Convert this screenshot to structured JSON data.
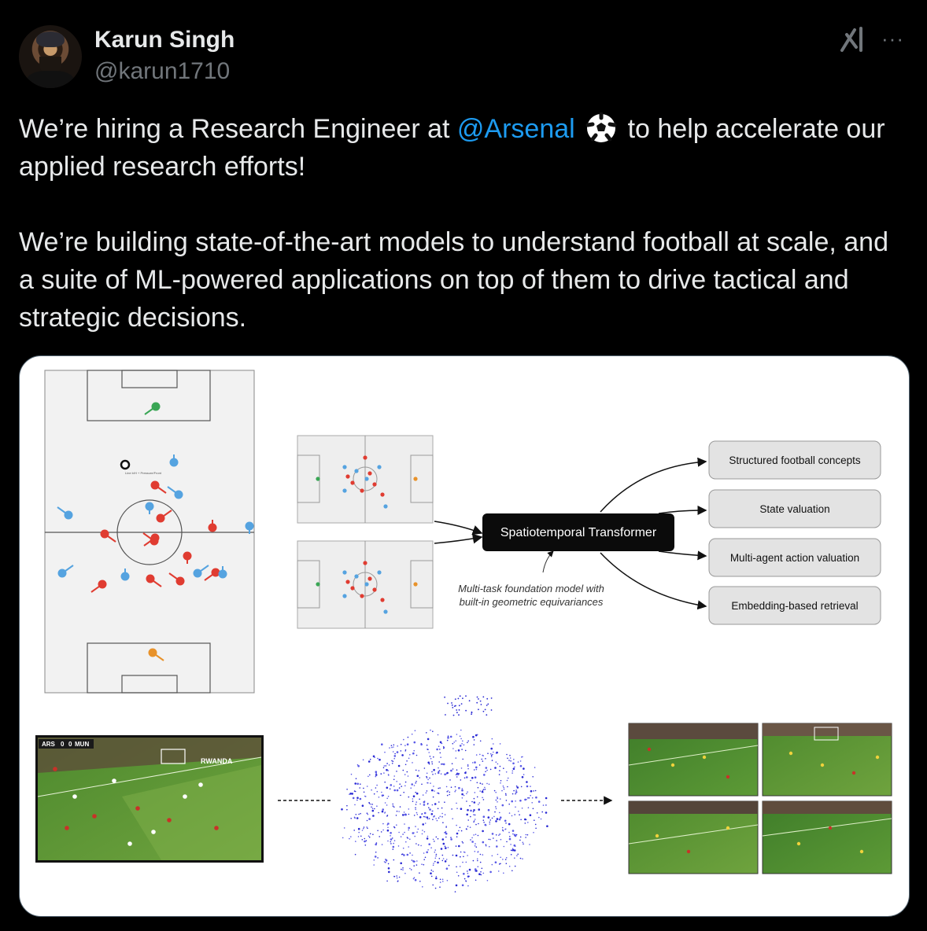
{
  "author": {
    "name": "Karun Singh",
    "handle": "@karun1710"
  },
  "header_icons": [
    "grok-icon",
    "more-icon"
  ],
  "more_label": "···",
  "tweet": {
    "line1_pre": "We’re hiring a Research Engineer at ",
    "mention": "@Arsenal",
    "emoji": "soccer-ball",
    "line1_post": " to help accelerate our applied research efforts!",
    "paragraph2": "We’re building state-of-the-art models to understand football at scale, and a suite of ML-powered applications on top of them to drive tactical and strategic decisions."
  },
  "figure": {
    "model_label": "Spatiotemporal Transformer",
    "model_caption_line1": "Multi-task foundation model with",
    "model_caption_line2": "built-in geometric equivariances",
    "outputs": [
      "Structured football concepts",
      "State valuation",
      "Multi-agent action valuation",
      "Embedding-based retrieval"
    ],
    "pitch_note": "Line b/H + Pressure/Front",
    "scoreboard": {
      "home": "ARS",
      "home_score": "0",
      "away_score": "0",
      "away": "MUN"
    },
    "ad_text": "RWANDA"
  },
  "colors": {
    "background": "#000000",
    "text": "#e7e9ea",
    "muted": "#71767b",
    "link": "#1d9bf0",
    "card": "#ffffff",
    "red_team": "#e03c31",
    "blue_team": "#55a3e0"
  }
}
